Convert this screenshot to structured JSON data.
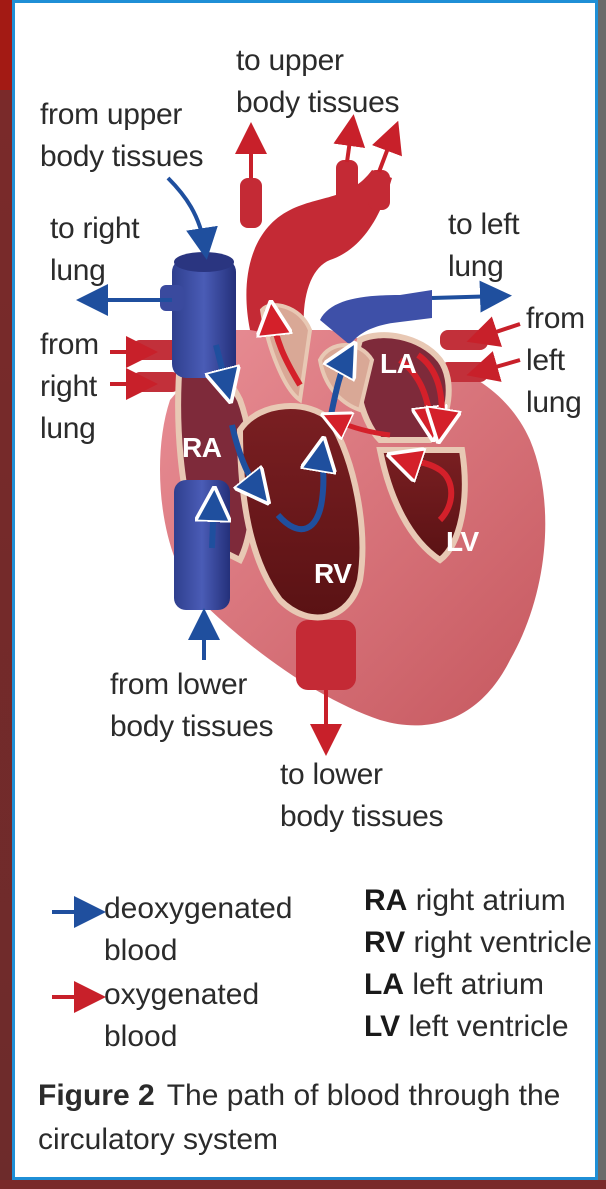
{
  "labels": {
    "to_upper": "to upper\nbody tissues",
    "from_upper": "from upper\nbody tissues",
    "to_right_lung": "to right\nlung",
    "to_left_lung": "to left\nlung",
    "from_right_lung": "from\nright\nlung",
    "from_left_lung": "from\nleft\nlung",
    "from_lower": "from lower\nbody tissues",
    "to_lower": "to lower\nbody tissues"
  },
  "chambers": {
    "ra": "RA",
    "rv": "RV",
    "la": "LA",
    "lv": "LV"
  },
  "legend": {
    "deoxygenated": "deoxygenated\nblood",
    "oxygenated": "oxygenated\nblood",
    "items": [
      {
        "abbr": "RA",
        "text": "right atrium"
      },
      {
        "abbr": "RV",
        "text": "right ventricle"
      },
      {
        "abbr": "LA",
        "text": "left atrium"
      },
      {
        "abbr": "LV",
        "text": "left ventricle"
      }
    ]
  },
  "caption": {
    "figure": "Figure 2",
    "text": "The path of blood through the circulatory system"
  },
  "colors": {
    "deoxygenated": "#1f4f9e",
    "oxygenated": "#c8202a",
    "frame": "#1f8fd6"
  }
}
